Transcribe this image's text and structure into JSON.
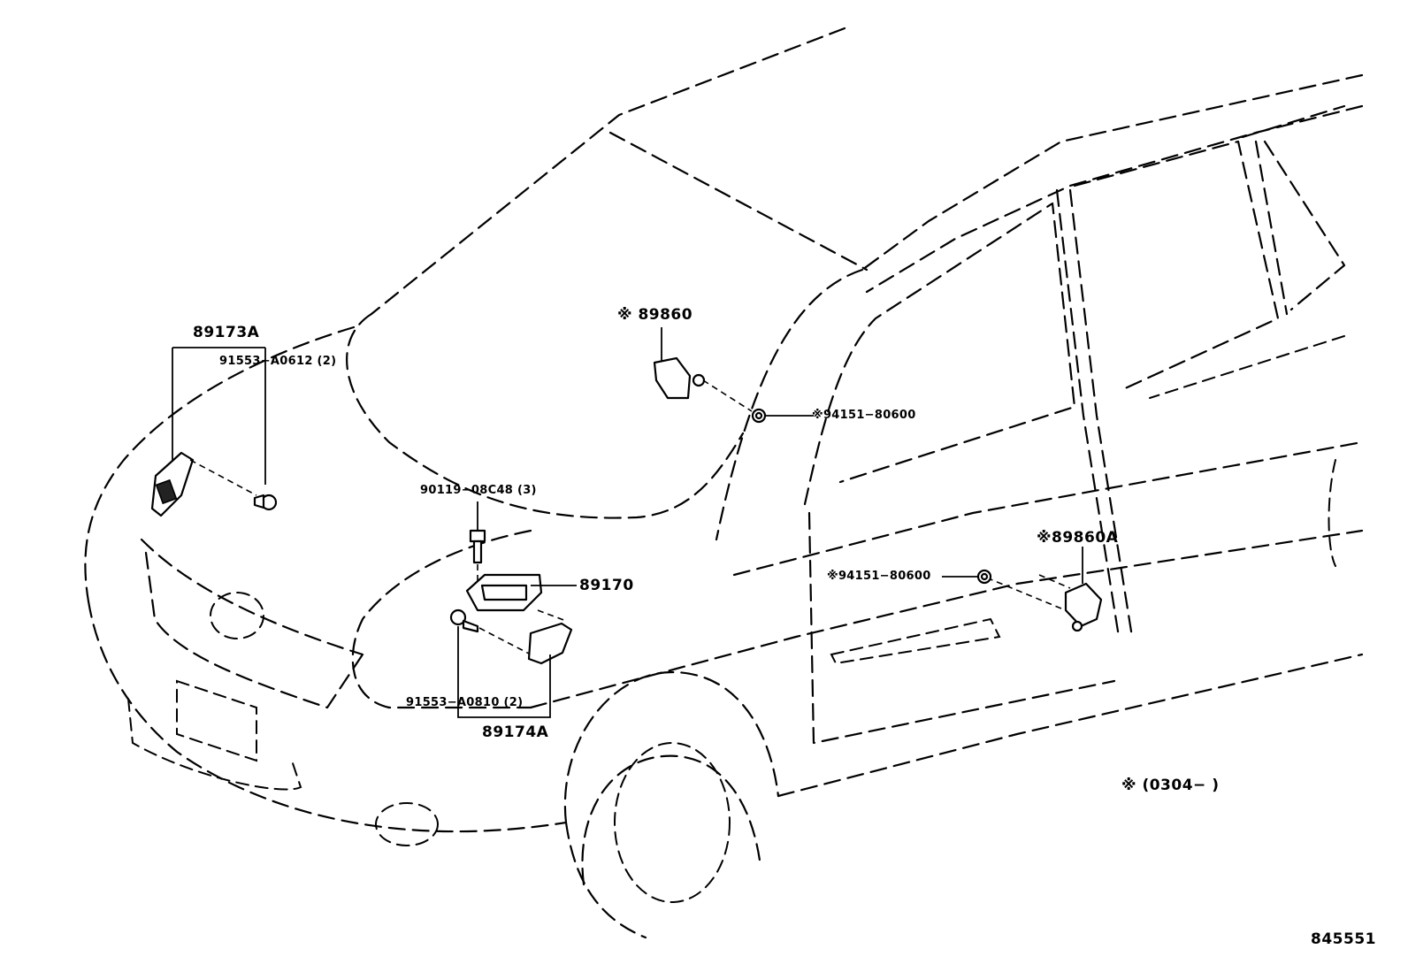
{
  "labels": {
    "p89173A": "89173A",
    "p91553_A0612": "91553−A0612 (2)",
    "p89860": "※ 89860",
    "p94151_upper": "※94151−80600",
    "p90119": "90119−08C48 (3)",
    "p89170": "89170",
    "p91553_A0810": "91553−A0810 (2)",
    "p89174A": "89174A",
    "p89860A": "※89860A",
    "p94151_lower": "※94151−80600",
    "footnote": "※  (0304−       )",
    "drawing_no": "845551"
  },
  "icons": {
    "sensor_front_left": "crash-sensor-icon",
    "sensor_front_right": "crash-sensor-icon",
    "airbag_ecu": "ecu-module-icon",
    "bolt": "bolt-icon",
    "nut": "nut-icon"
  }
}
